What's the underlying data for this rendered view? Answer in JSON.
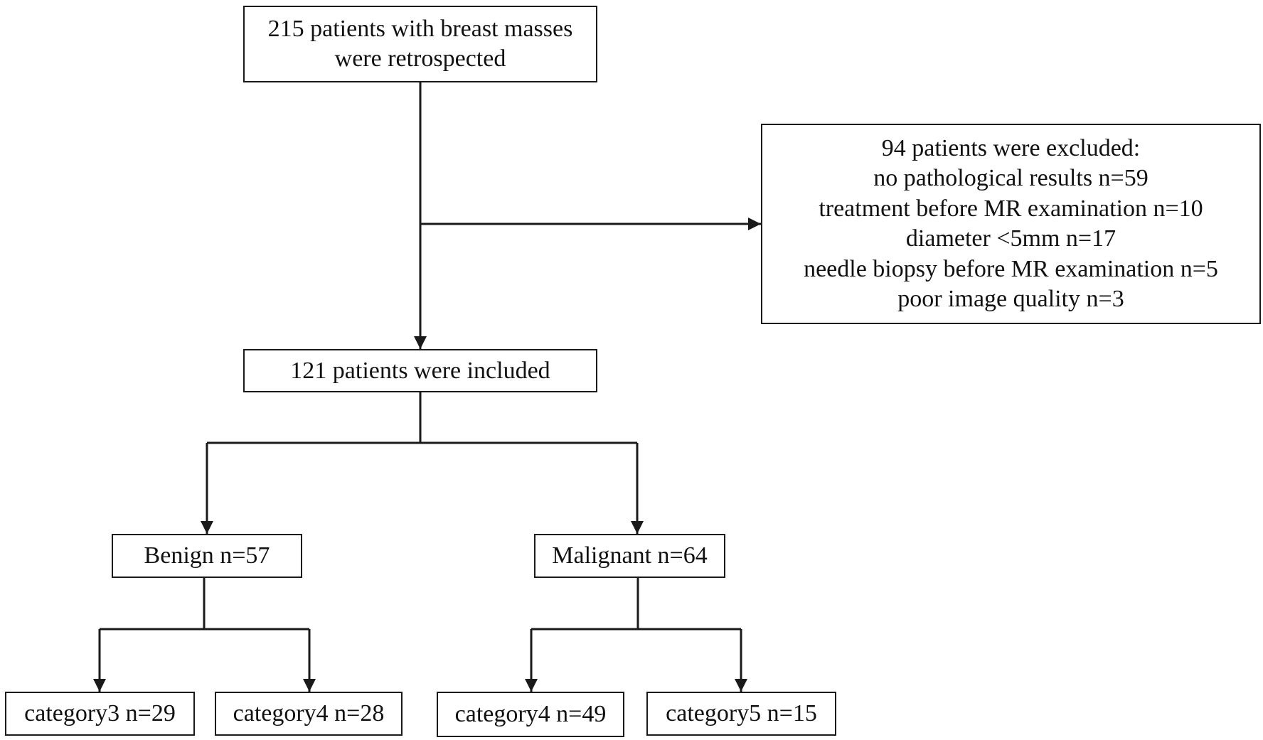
{
  "flowchart": {
    "start": {
      "lines": [
        "215 patients with breast masses",
        "were retrospected"
      ]
    },
    "excluded": {
      "lines": [
        "94 patients were  excluded:",
        "no pathological results n=59",
        "treatment before MR examination n=10",
        "diameter <5mm n=17",
        "needle biopsy before MR examination n=5",
        "poor image quality n=3"
      ]
    },
    "included": {
      "label": "121 patients were included"
    },
    "benign": {
      "label": "Benign n=57"
    },
    "malignant": {
      "label": "Malignant n=64"
    },
    "benign_category3": {
      "label": "category3  n=29"
    },
    "benign_category4": {
      "label": "category4  n=28"
    },
    "malignant_category4": {
      "label": "category4  n=49"
    },
    "malignant_category5": {
      "label": "category5  n=15"
    }
  },
  "colors": {
    "line": "#1a1a1a",
    "box_border": "#1a1a1a",
    "background": "#ffffff"
  }
}
